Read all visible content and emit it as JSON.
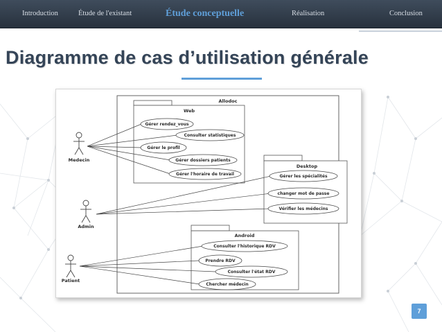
{
  "nav": {
    "items": [
      {
        "label": "Introduction",
        "active": false
      },
      {
        "label": "Étude de l'existant",
        "active": false
      },
      {
        "label": "Étude conceptuelle",
        "active": true
      },
      {
        "label": "Réalisation",
        "active": false
      },
      {
        "label": "Conclusion",
        "active": false
      }
    ]
  },
  "slide": {
    "title": "Diagramme de cas d’utilisation générale",
    "page_number": "7"
  },
  "colors": {
    "nav_bg": "#2e3a48",
    "accent": "#5f9fd9",
    "title": "#344457"
  },
  "diagram": {
    "system_label": "Allodoc",
    "packages": {
      "web": {
        "label": "Web",
        "use_cases": [
          "Gérer rendez_vous",
          "Consulter statistiques",
          "Gérer le profil",
          "Gérer dossiers patients",
          "Gérer l'horaire de travail"
        ]
      },
      "desktop": {
        "label": "Desktop",
        "use_cases": [
          "Gérer les spécialités",
          "changer mot de passe",
          "Vérifier les médecins"
        ]
      },
      "android": {
        "label": "Android",
        "use_cases": [
          "Consulter l'historique RDV",
          "Prendre RDV",
          "Consulter l'état RDV",
          "Chercher médecin"
        ]
      }
    },
    "actors": {
      "medecin": "Medecin",
      "admin": "Admin",
      "patient": "Patient"
    }
  }
}
